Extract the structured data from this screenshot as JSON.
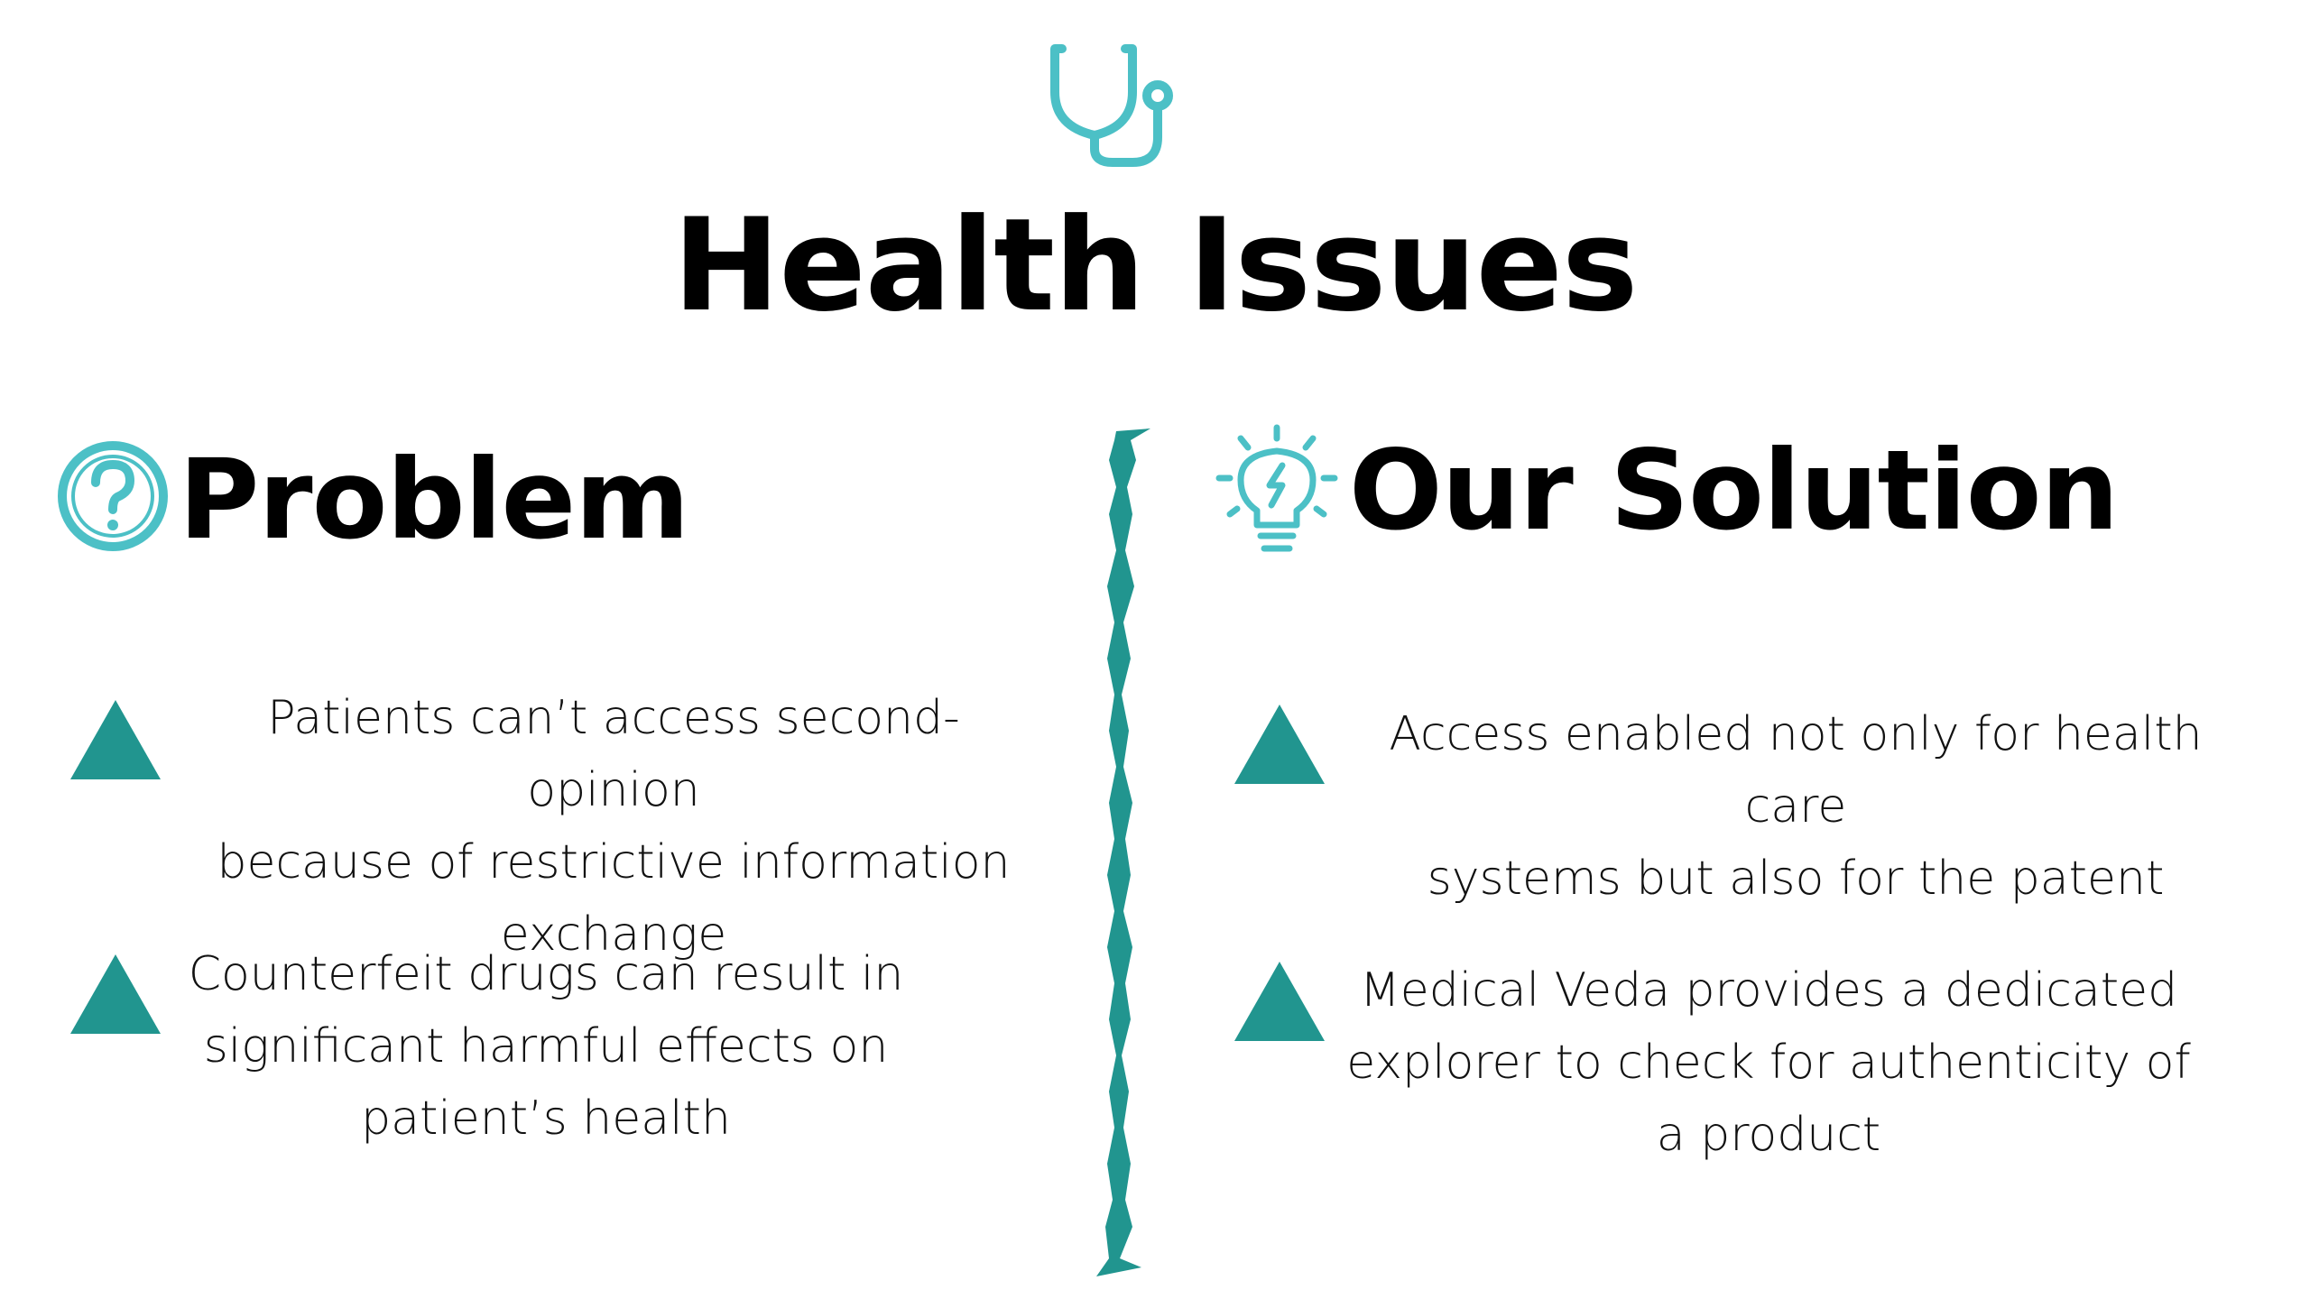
{
  "title": "Health Issues",
  "colors": {
    "accent_teal": "#21958f",
    "icon_teal": "#4cc0c6",
    "text": "#000000"
  },
  "header_icon": "stethoscope-icon",
  "problem": {
    "icon": "question-circle-icon",
    "title": "Problem",
    "items": [
      "Patients can’t access second-opinion\nbecause of restrictive information\nexchange",
      "Counterfeit drugs can result in\nsignificant harmful effects on\npatient’s health"
    ]
  },
  "solution": {
    "icon": "lightbulb-icon",
    "title": "Our Solution",
    "items": [
      "Access enabled not only for health care\nsystems but also for the patent",
      "Medical Veda provides a dedicated\nexplorer to check for authenticity of\na product"
    ]
  }
}
